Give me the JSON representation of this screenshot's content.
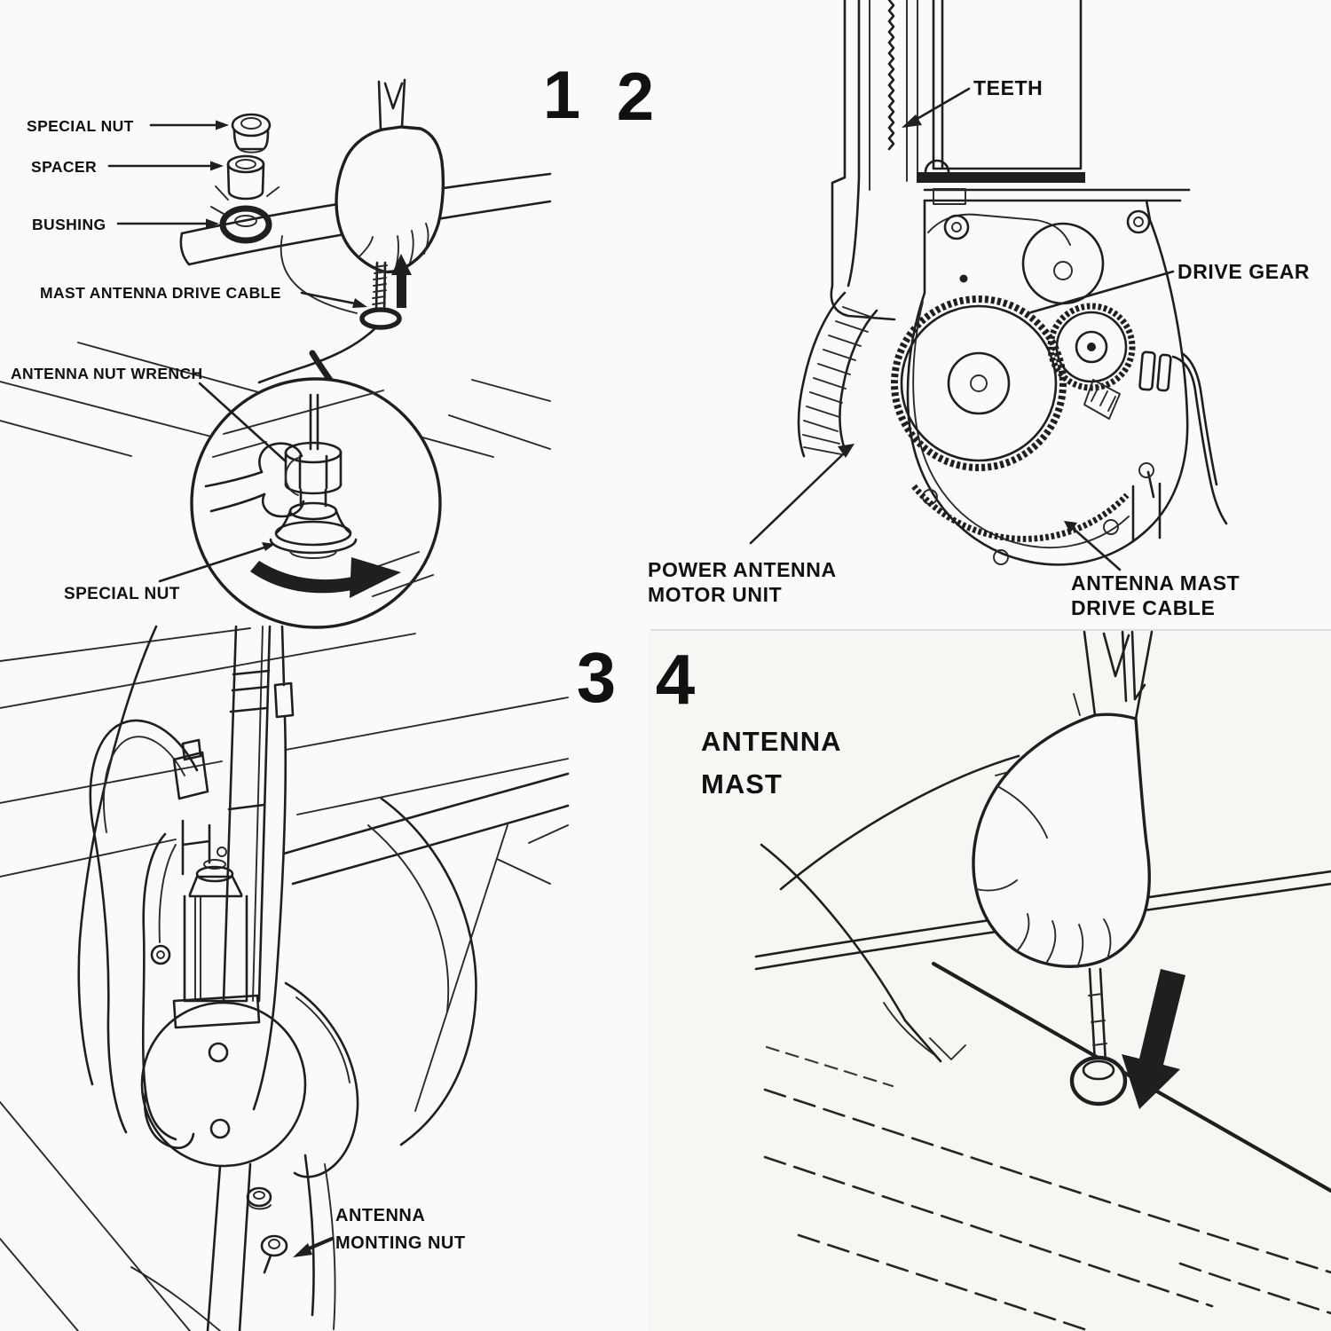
{
  "document": {
    "type": "illustrated service diagram",
    "subject": "power antenna mast replacement steps",
    "background_color": "#fafafa",
    "ink_color": "#1f1f1f"
  },
  "steps": {
    "one": "1",
    "two": "2",
    "three": "3",
    "four": "4"
  },
  "panel1": {
    "labels": {
      "special_nut_top": "SPECIAL NUT",
      "spacer": "SPACER",
      "bushing": "BUSHING",
      "mast_antenna_drive_cable": "MAST ANTENNA DRIVE CABLE",
      "antenna_nut_wrench": "ANTENNA NUT WRENCH",
      "special_nut_bottom": "SPECIAL NUT"
    }
  },
  "panel2": {
    "labels": {
      "teeth": "TEETH",
      "drive_gear": "DRIVE GEAR",
      "power_antenna_motor_unit_line1": "POWER ANTENNA",
      "power_antenna_motor_unit_line2": "MOTOR UNIT",
      "antenna_mast_drive_cable_line1": "ANTENNA MAST",
      "antenna_mast_drive_cable_line2": "DRIVE CABLE"
    }
  },
  "panel3": {
    "labels": {
      "antenna_mounting_nut_line1": "ANTENNA",
      "antenna_mounting_nut_line2": "MONTING NUT"
    }
  },
  "panel4": {
    "labels": {
      "antenna_mast_line1": "ANTENNA",
      "antenna_mast_line2": "MAST"
    }
  }
}
